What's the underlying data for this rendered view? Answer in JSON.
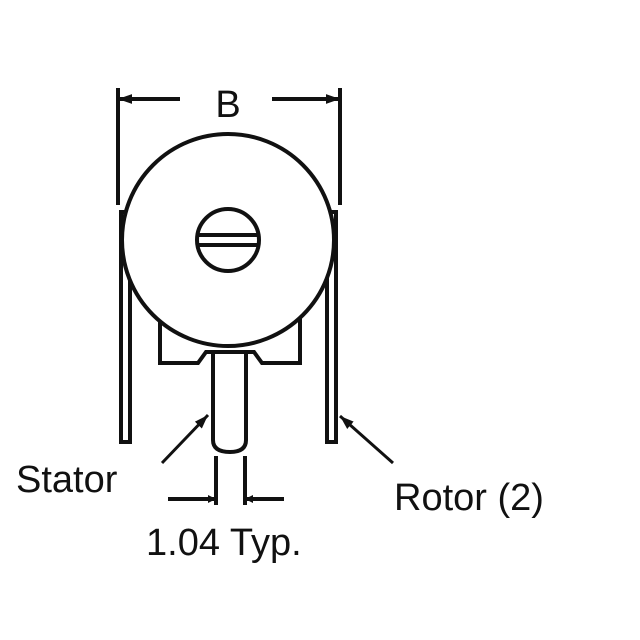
{
  "labels": {
    "dimension_b": "B",
    "stator": "Stator",
    "rotor": "Rotor (2)",
    "pin_spacing": "1.04 Typ."
  },
  "colors": {
    "ink": "#111111",
    "background": "#ffffff"
  }
}
